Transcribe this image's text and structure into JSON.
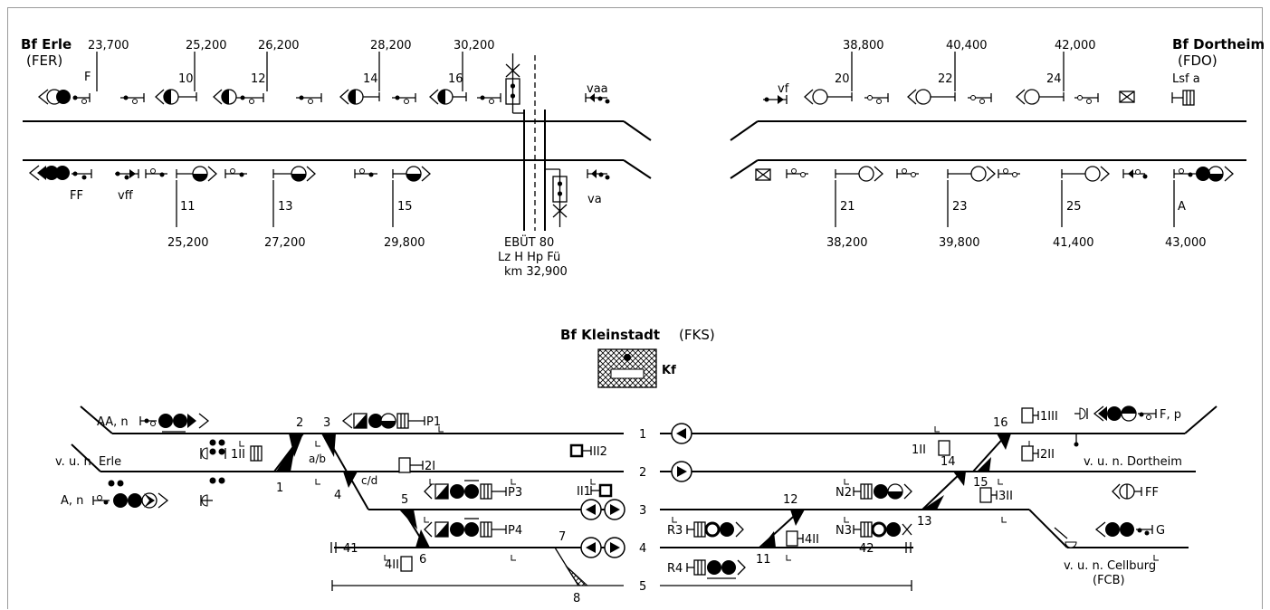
{
  "section_top": {
    "erle": {
      "name": "Bf Erle",
      "code": "(FER)"
    },
    "dortheim": {
      "name": "Bf Dortheim",
      "code": "(FDO)"
    },
    "top_km": [
      "23,700",
      "25,200",
      "26,200",
      "28,200",
      "30,200",
      "38,800",
      "40,400",
      "42,000"
    ],
    "top_signals": [
      "F",
      "10",
      "12",
      "14",
      "16",
      "20",
      "22",
      "24"
    ],
    "top_misc": [
      "vaa",
      "vf",
      "Lsf a"
    ],
    "bottom_signals": [
      "FF",
      "vff",
      "11",
      "13",
      "15",
      "va",
      "21",
      "23",
      "25",
      "A"
    ],
    "bottom_km": [
      "25,200",
      "27,200",
      "29,800",
      "38,200",
      "39,800",
      "41,400",
      "43,000"
    ],
    "crossing": [
      "EBÜT 80",
      "Lz H Hp Fü",
      "km 32,900"
    ]
  },
  "kleinstadt": {
    "title_bold": "Bf Kleinstadt",
    "title_code": "(FKS)",
    "kf": "Kf",
    "left_labels": [
      "AA, n",
      "v. u. n. Erle",
      "A, n",
      "1II",
      "41",
      "4II"
    ],
    "switch_numbers": [
      "1",
      "2",
      "3",
      "4",
      "5",
      "6",
      "7",
      "8",
      "11",
      "12",
      "13",
      "14",
      "15",
      "16"
    ],
    "switch_labels": [
      "a/b",
      "c/d"
    ],
    "platform_signals": [
      "P1",
      "2I",
      "P3",
      "P4",
      "II2",
      "II1"
    ],
    "track_numbers": [
      "1",
      "2",
      "3",
      "4",
      "5"
    ],
    "right_signals": [
      "R3",
      "R4",
      "N2",
      "N3",
      "1II",
      "4II",
      "42",
      "2II",
      "3II",
      "1III"
    ],
    "right_labels": [
      "F, p",
      "v. u. n. Dortheim",
      "FF",
      "G",
      "v. u. n. Cellburg",
      "(FCB)"
    ]
  }
}
